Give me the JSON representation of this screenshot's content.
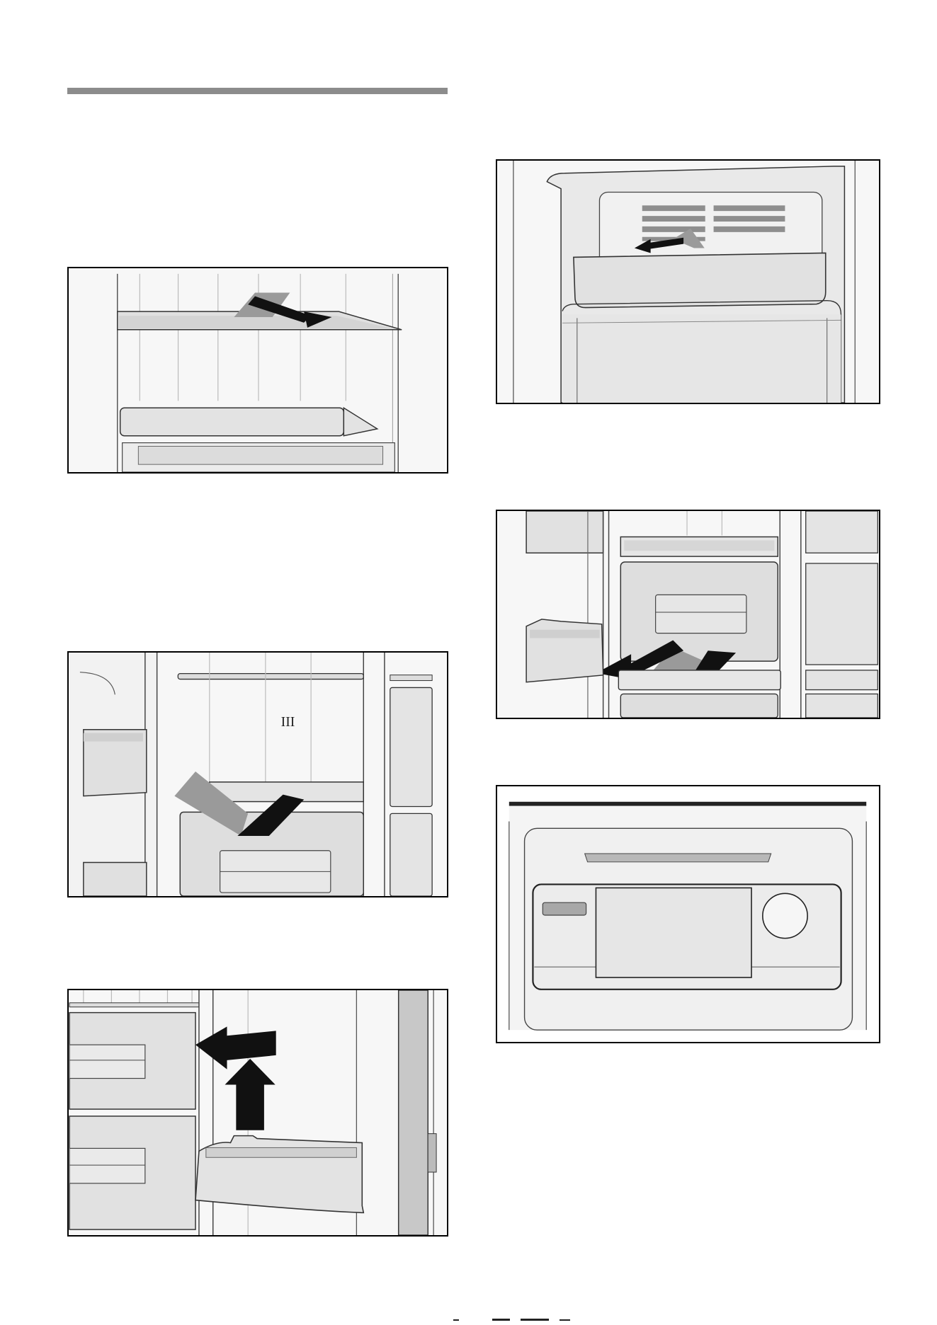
{
  "page": {
    "header_rule_color": "#8c8c8c"
  },
  "figures": [
    {
      "id": "fig-shelf-removal",
      "description_icon": "arrow-lift-shelf-icon"
    },
    {
      "id": "fig-drawer-lift-out",
      "roman_mark": "III",
      "description_icon": "arrow-lift-drawer-icon"
    },
    {
      "id": "fig-door-bin-removal",
      "description_icon": "arrow-up-and-left-icon"
    },
    {
      "id": "fig-top-tray-removal",
      "description_icon": "arrow-lift-tray-icon"
    },
    {
      "id": "fig-freezer-drawer-pull",
      "description_icon": "arrow-pull-drawer-icon"
    },
    {
      "id": "fig-control-panel",
      "description_icon": "control-panel-icon"
    }
  ]
}
